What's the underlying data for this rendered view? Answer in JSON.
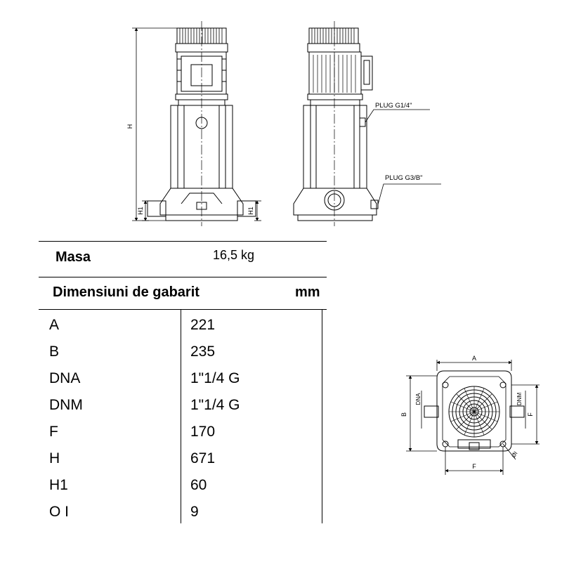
{
  "labels": {
    "plug_top": "PLUG G1/4\"",
    "plug_bottom": "PLUG G3/B\"",
    "dim_H": "H",
    "dim_H1": "H1",
    "dim_A": "A",
    "dim_B": "B",
    "dim_F": "F",
    "dim_DNA": "DNA",
    "dim_DNM": "DNM",
    "dim_phi": "ØI"
  },
  "table": {
    "mass_label": "Masa",
    "mass_value": "16,5 kg",
    "dims_header": "Dimensiuni de gabarit",
    "dims_unit": "mm",
    "rows": [
      {
        "name": "A",
        "value": "221"
      },
      {
        "name": "B",
        "value": "235"
      },
      {
        "name": "DNA",
        "value": "1\"1/4 G"
      },
      {
        "name": "DNM",
        "value": "1\"1/4 G"
      },
      {
        "name": "F",
        "value": "170"
      },
      {
        "name": "H",
        "value": "671"
      },
      {
        "name": "H1",
        "value": "60"
      },
      {
        "name": "O I",
        "value": "9"
      }
    ]
  }
}
